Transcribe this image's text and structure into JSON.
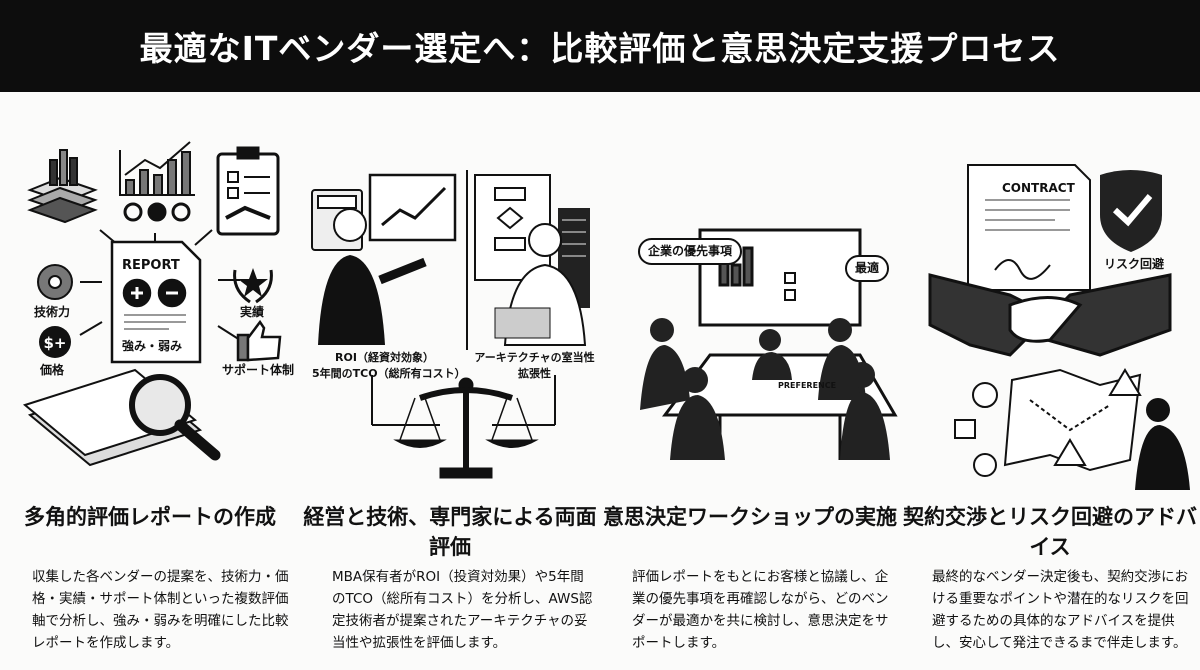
{
  "title": "最適なITベンダー選定へ：比較評価と意思決定支援プロセス",
  "steps": [
    {
      "heading": "多角的評価レポートの作成",
      "body": "収集した各ベンダーの提案を、技術力・価格・実績・サポート体制といった複数評価軸で分析し、強み・弱みを明確にした比較レポートを作成します。",
      "labels": {
        "report": "REPORT",
        "pros_cons": "強み・弱み",
        "tech": "技術力",
        "price": "価格",
        "record": "実績",
        "support": "サポート体制"
      },
      "icons": [
        "layered-chart-icon",
        "bar-chart-icon",
        "gears-icon",
        "clipboard-handshake-icon",
        "gear-icon",
        "dollar-icon",
        "laurel-star-icon",
        "thumbs-up-icon",
        "magnifier-icon",
        "documents-icon"
      ]
    },
    {
      "heading": "経営と技術、専門家による両面評価",
      "body": "MBA保有者がROI（投資対効果）や5年間のTCO（総所有コスト）を分析し、AWS認定技術者が提案されたアーキテクチャの妥当性や拡張性を評価します。",
      "labels": {
        "roi": "ROI（経資対効象）",
        "tco": "5年間のTCO（総所有コスト）",
        "arch": "アーキテクチャの室当性",
        "scal": "拡張性"
      },
      "icons": [
        "calculator-icon",
        "chart-board-icon",
        "flowchart-icon",
        "server-icon",
        "scale-icon"
      ]
    },
    {
      "heading": "意思決定ワークショップの実施",
      "body": "評価レポートをもとにお客様と協議し、企業の優先事項を再確認しながら、どのベンダーが最適かを共に検討し、意思決定をサポートします。",
      "labels": {
        "priority": "企業の優先事項",
        "preference": "PREFERENCE",
        "optimal": "最適"
      },
      "icons": [
        "presentation-screen-icon",
        "meeting-table-icon"
      ]
    },
    {
      "heading": "契約交渉とリスク回避のアドバイス",
      "body": "最終的なベンダー決定後も、契約交渉における重要なポイントや潜在的なリスクを回避するための具体的なアドバイスを提供し、安心して発注できるまで伴走します。",
      "labels": {
        "contract": "CONTRACT",
        "risk": "リスク回避"
      },
      "icons": [
        "contract-icon",
        "shield-check-icon",
        "handshake-icon",
        "risk-map-icon"
      ]
    }
  ],
  "colors": {
    "header_bg": "#0d0d0d",
    "header_text": "#ffffff",
    "page_bg": "#fbfbfa",
    "ink": "#111111"
  }
}
